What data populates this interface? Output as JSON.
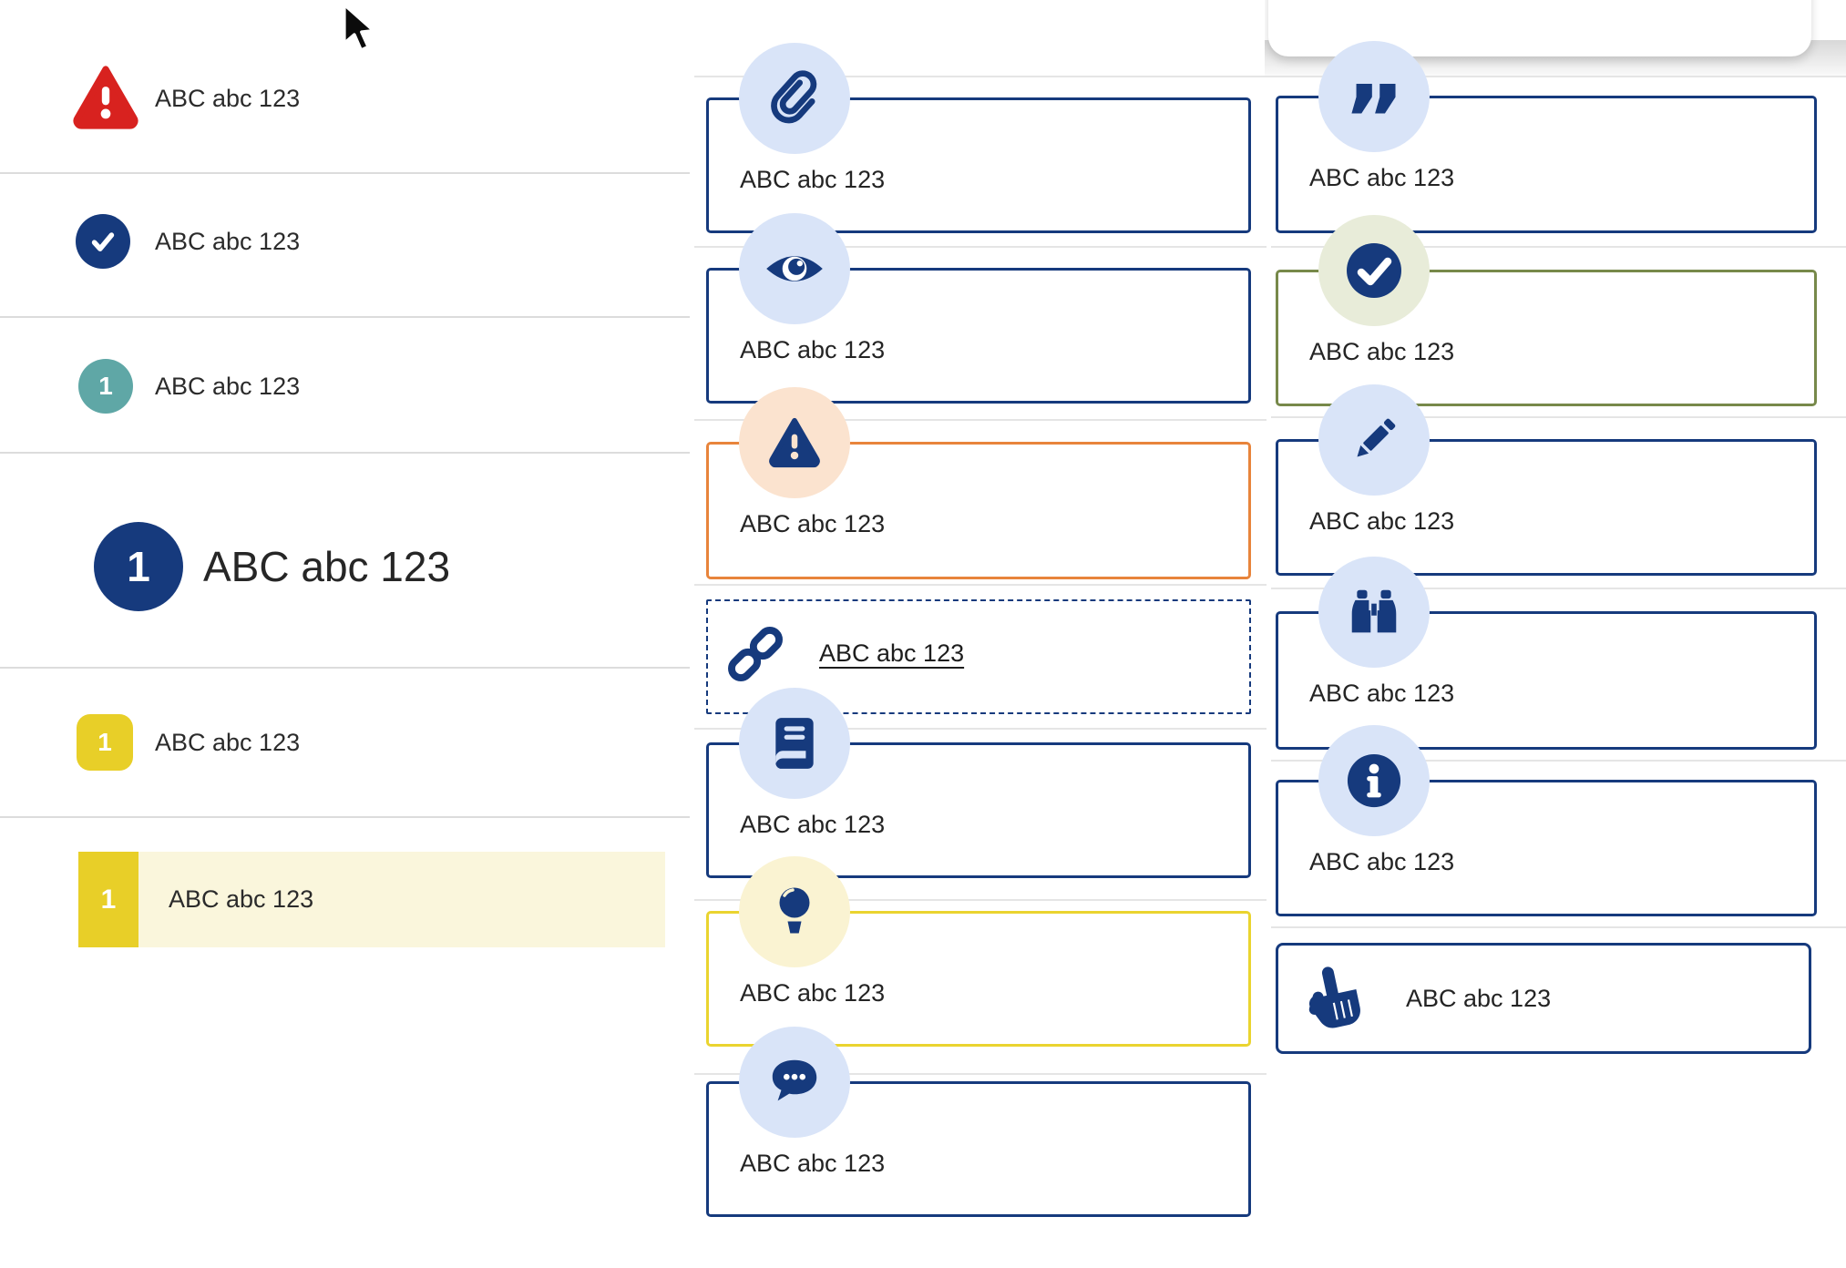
{
  "left_list": {
    "items": [
      {
        "icon": "alert-triangle-icon",
        "label": "ABC abc 123"
      },
      {
        "icon": "check-circle-icon",
        "label": "ABC abc 123"
      },
      {
        "icon": "step-badge-teal",
        "badge": "1",
        "label": "ABC abc 123"
      },
      {
        "icon": "step-badge-large",
        "badge": "1",
        "label": "ABC abc 123"
      },
      {
        "icon": "step-badge-yellow",
        "badge": "1",
        "label": "ABC abc 123"
      },
      {
        "icon": "step-badge-yellow",
        "badge": "1",
        "label": "ABC abc 123",
        "highlighted": true
      }
    ]
  },
  "middle_cards": [
    {
      "icon": "paperclip-icon",
      "label": "ABC abc 123",
      "variant": "navy"
    },
    {
      "icon": "eye-icon",
      "label": "ABC abc 123",
      "variant": "navy"
    },
    {
      "icon": "alert-triangle-icon",
      "label": "ABC abc 123",
      "variant": "orange"
    },
    {
      "icon": "link-icon",
      "label": "ABC abc 123",
      "variant": "dashed-link"
    },
    {
      "icon": "book-icon",
      "label": "ABC abc 123",
      "variant": "navy"
    },
    {
      "icon": "lightbulb-icon",
      "label": "ABC abc 123",
      "variant": "yellow"
    },
    {
      "icon": "chat-icon",
      "label": "ABC abc 123",
      "variant": "navy"
    }
  ],
  "right_cards": [
    {
      "icon": "quote-icon",
      "label": "ABC abc 123",
      "variant": "navy"
    },
    {
      "icon": "check-circle-icon",
      "label": "ABC abc 123",
      "variant": "olive"
    },
    {
      "icon": "pencil-icon",
      "label": "ABC abc 123",
      "variant": "navy"
    },
    {
      "icon": "binoculars-icon",
      "label": "ABC abc 123",
      "variant": "navy"
    },
    {
      "icon": "info-icon",
      "label": "ABC abc 123",
      "variant": "navy"
    },
    {
      "icon": "hand-pointer-icon",
      "label": "ABC abc 123",
      "variant": "navy-inline"
    }
  ],
  "glyphs": {
    "quote": "”"
  },
  "colors": {
    "navy": "#163a7d",
    "light_blue_circle": "#d9e4f8",
    "red": "#d8221f",
    "teal": "#5fa7a6",
    "yellow_badge": "#e8cf28",
    "yellow_border": "#ead42f",
    "pale_yellow_circle": "#faf3d2",
    "highlight_row": "#faf6dc",
    "orange_border": "#e8843b",
    "pale_orange_circle": "#fbe3cf",
    "olive_border": "#77894a",
    "pale_green_circle": "#e8ecd9",
    "divider": "#e0e0e0"
  }
}
